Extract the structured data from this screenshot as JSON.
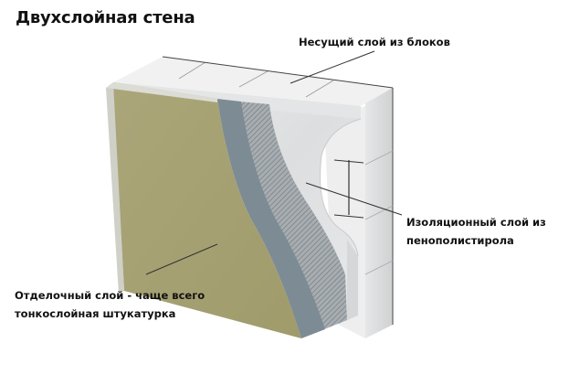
{
  "title": "Двухслойная стена",
  "labels": {
    "bearing_layer": "Несущий слой из блоков",
    "insulation_layer_line1": "Изоляционный слой из",
    "insulation_layer_line2": "пенополистирола",
    "finish_layer_line1": "Отделочный слой - чаще всего",
    "finish_layer_line2": "тонкослойная штукатурка"
  },
  "colors": {
    "finish_plaster": "#a6a273",
    "base_coat": "#7c8a93",
    "mesh": "#8e969c",
    "insulation": "#e3e5e6",
    "blocks_top": "#f2f2f2",
    "blocks_side": "#d9dadb",
    "leader_line": "#333333"
  }
}
